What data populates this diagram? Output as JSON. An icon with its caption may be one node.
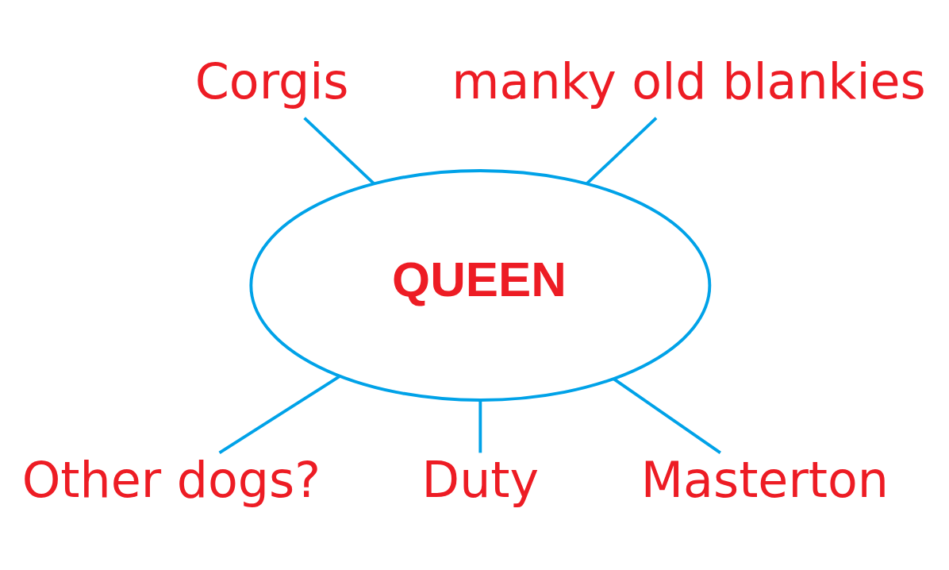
{
  "diagram": {
    "nodes": [
      {
        "text": [
          "Corgis"
        ]
      },
      {
        "text": [
          "manky old blankies"
        ]
      },
      {
        "text": [
          "QUEEN"
        ]
      },
      {
        "text": [
          "Other dogs?"
        ]
      },
      {
        "text": [
          "Duty"
        ]
      },
      {
        "text": [
          "Masterton"
        ]
      }
    ],
    "edges": [
      {
        "from": 0,
        "to": 2,
        "arrow": "none"
      },
      {
        "from": 1,
        "to": 2,
        "arrow": "none"
      },
      {
        "from": 2,
        "to": 3,
        "arrow": "none"
      },
      {
        "from": 2,
        "to": 4,
        "arrow": "none"
      },
      {
        "from": 2,
        "to": 5,
        "arrow": "none"
      }
    ]
  }
}
